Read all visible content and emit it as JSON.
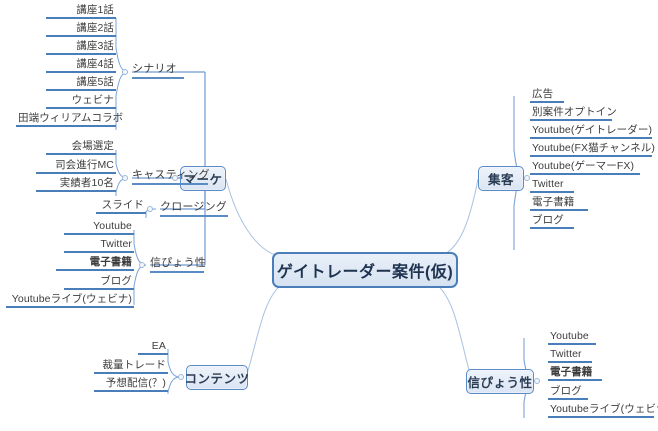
{
  "diagram": {
    "type": "mind-map",
    "root": {
      "label": "ゲイトレーダー案件(仮)"
    },
    "branches": [
      {
        "name": "marketing",
        "label": "マーケ",
        "side": "left",
        "subbranches": [
          {
            "name": "scenario",
            "label": "シナリオ",
            "leaves": [
              "講座1話",
              "講座2話",
              "講座3話",
              "講座4話",
              "講座5話",
              "ウェビナ",
              "田端ウィリアムコラボ"
            ]
          },
          {
            "name": "casting",
            "label": "キャスティング",
            "leaves": [
              "会場選定",
              "司会進行MC",
              "実績者10名"
            ]
          },
          {
            "name": "closing",
            "label": "クロージング",
            "leaves": [
              "スライド"
            ]
          },
          {
            "name": "credibility",
            "label": "信ぴょう性",
            "leaves": [
              "Youtube",
              "Twitter",
              "電子書籍",
              "ブログ",
              "Youtubeライブ(ウェビナ)"
            ]
          }
        ]
      },
      {
        "name": "contents",
        "label": "コンテンツ",
        "side": "left",
        "leaves": [
          "EA",
          "裁量トレード",
          "予想配信(？)"
        ]
      },
      {
        "name": "attracting-customers",
        "label": "集客",
        "side": "right",
        "leaves": [
          "広告",
          "別案件オプトイン",
          "Youtube(ゲイトレーダー)",
          "Youtube(FX猫チャンネル)",
          "Youtube(ゲーマーFX)",
          "Twitter",
          "電子書籍",
          "ブログ"
        ]
      },
      {
        "name": "credibility-right",
        "label": "信ぴょう性",
        "side": "right",
        "leaves": [
          "Youtube",
          "Twitter",
          "電子書籍",
          "ブログ",
          "Youtubeライブ(ウェビナ)"
        ]
      }
    ],
    "colors": {
      "node_border": "#5b8bc4",
      "node_fill": "#dbe5f3",
      "root_border": "#4a7ebb",
      "leaf_underline": "#4a7ebb",
      "connector": "#a8c2e0",
      "text": "#3d3d3d",
      "background": "#ffffff"
    }
  }
}
